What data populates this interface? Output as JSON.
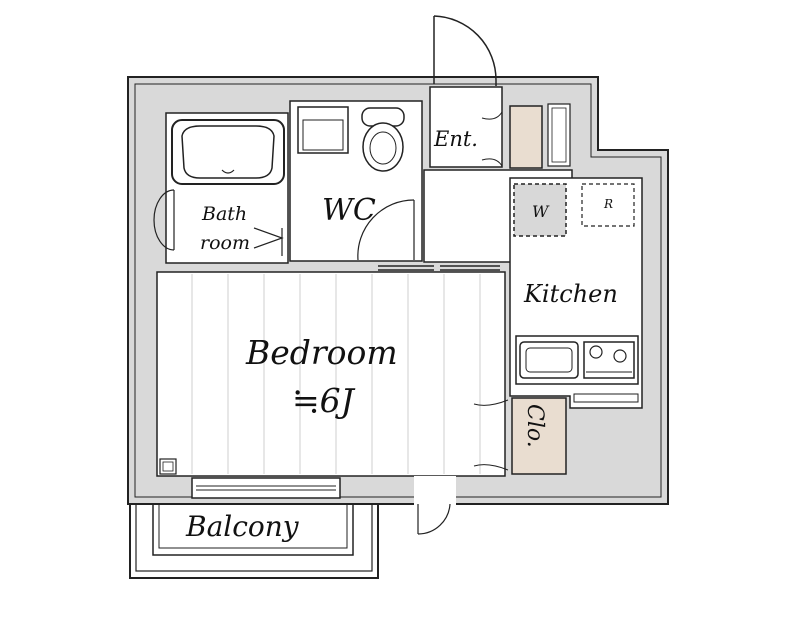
{
  "rooms": {
    "entrance": "Ent.",
    "wc": "WC",
    "bathroom_line1": "Bath",
    "bathroom_line2": "room",
    "washer": "W",
    "fridge": "R",
    "kitchen": "Kitchen",
    "bedroom": "Bedroom",
    "bedroom_size": "≒6J",
    "closet": "Clo.",
    "balcony": "Balcony"
  },
  "colors": {
    "wall_fill": "#d9d9d9",
    "wall_stroke": "#222222",
    "floor": "#ffffff",
    "wood_panel": "#e9ddd0",
    "washer_fill": "#d8d8d8"
  }
}
